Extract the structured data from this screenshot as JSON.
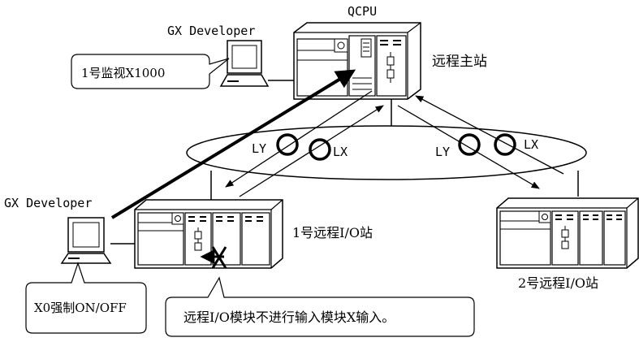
{
  "labels": {
    "qcpu": "QCPU",
    "master_station": "远程主站",
    "gx_top": "GX Developer",
    "gx_left": "GX Developer",
    "callout_monitor": "1号监视X1000",
    "callout_force": "X0强制ON/OFF",
    "callout_note": "远程I/O模块不进行输入模块X输入。",
    "remote1": "1号远程I/O站",
    "remote2": "2号远程I/O站",
    "ly_left": "LY",
    "lx_left": "LX",
    "ly_right": "LY",
    "lx_right": "LX"
  }
}
